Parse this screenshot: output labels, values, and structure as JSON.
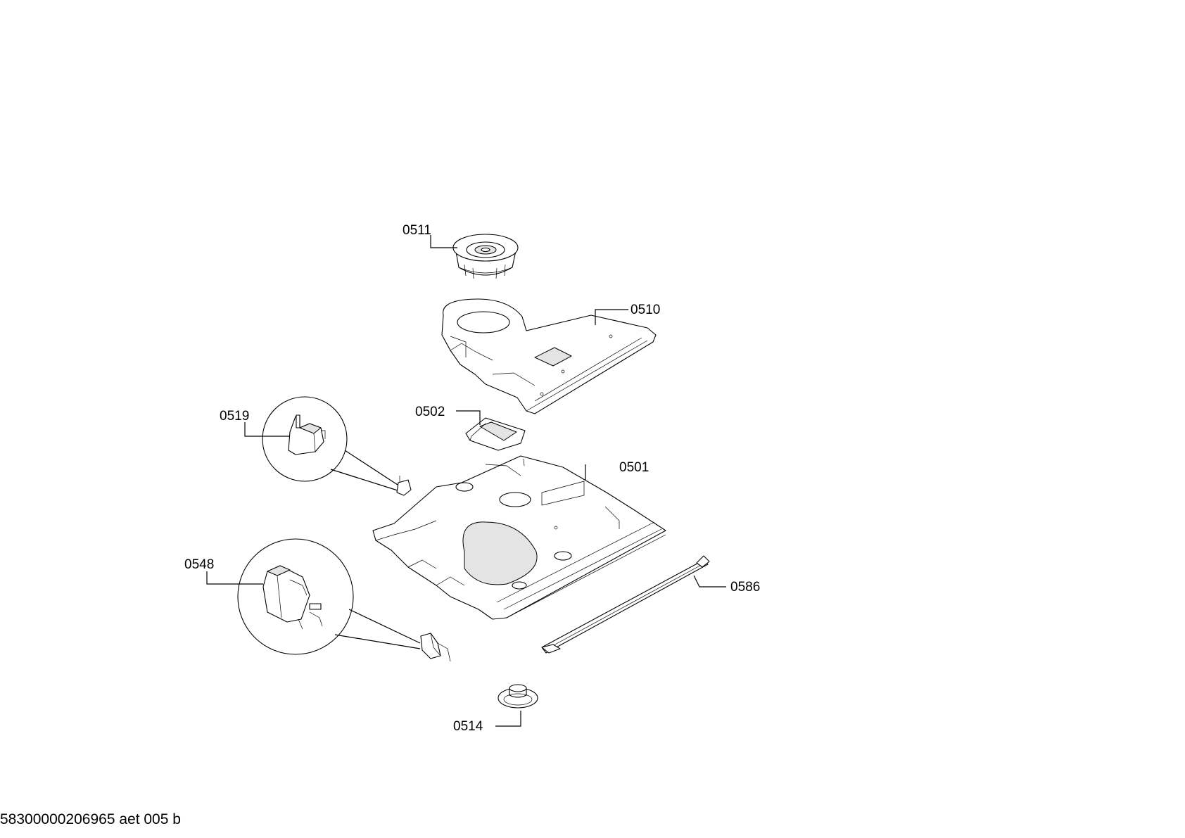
{
  "parts": [
    {
      "id": "0511",
      "label": "0511",
      "icon": "fan-motor-icon"
    },
    {
      "id": "0510",
      "label": "0510",
      "icon": "fan-housing-cover-icon"
    },
    {
      "id": "0519",
      "label": "0519",
      "icon": "thermostat-bracket-icon"
    },
    {
      "id": "0502",
      "label": "0502",
      "icon": "small-bracket-icon"
    },
    {
      "id": "0501",
      "label": "0501",
      "icon": "base-panel-icon"
    },
    {
      "id": "0548",
      "label": "0548",
      "icon": "door-lock-switch-icon"
    },
    {
      "id": "0586",
      "label": "0586",
      "icon": "trim-strip-icon"
    },
    {
      "id": "0514",
      "label": "0514",
      "icon": "foot-icon"
    }
  ],
  "footer": {
    "code": "58300000206965 aet 005 b"
  },
  "colors": {
    "line": "#000000",
    "background": "#ffffff",
    "shade": "#e4e4e4"
  }
}
